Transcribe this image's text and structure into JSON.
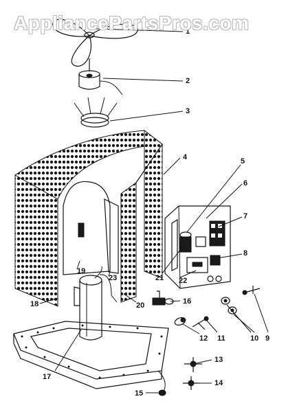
{
  "watermark": "AppliancePartsPros.com",
  "callouts": [
    "1",
    "2",
    "3",
    "4",
    "5",
    "6",
    "7",
    "8",
    "9",
    "10",
    "11",
    "12",
    "13",
    "14",
    "15",
    "16",
    "17",
    "18",
    "19",
    "20",
    "21",
    "22",
    "23"
  ]
}
